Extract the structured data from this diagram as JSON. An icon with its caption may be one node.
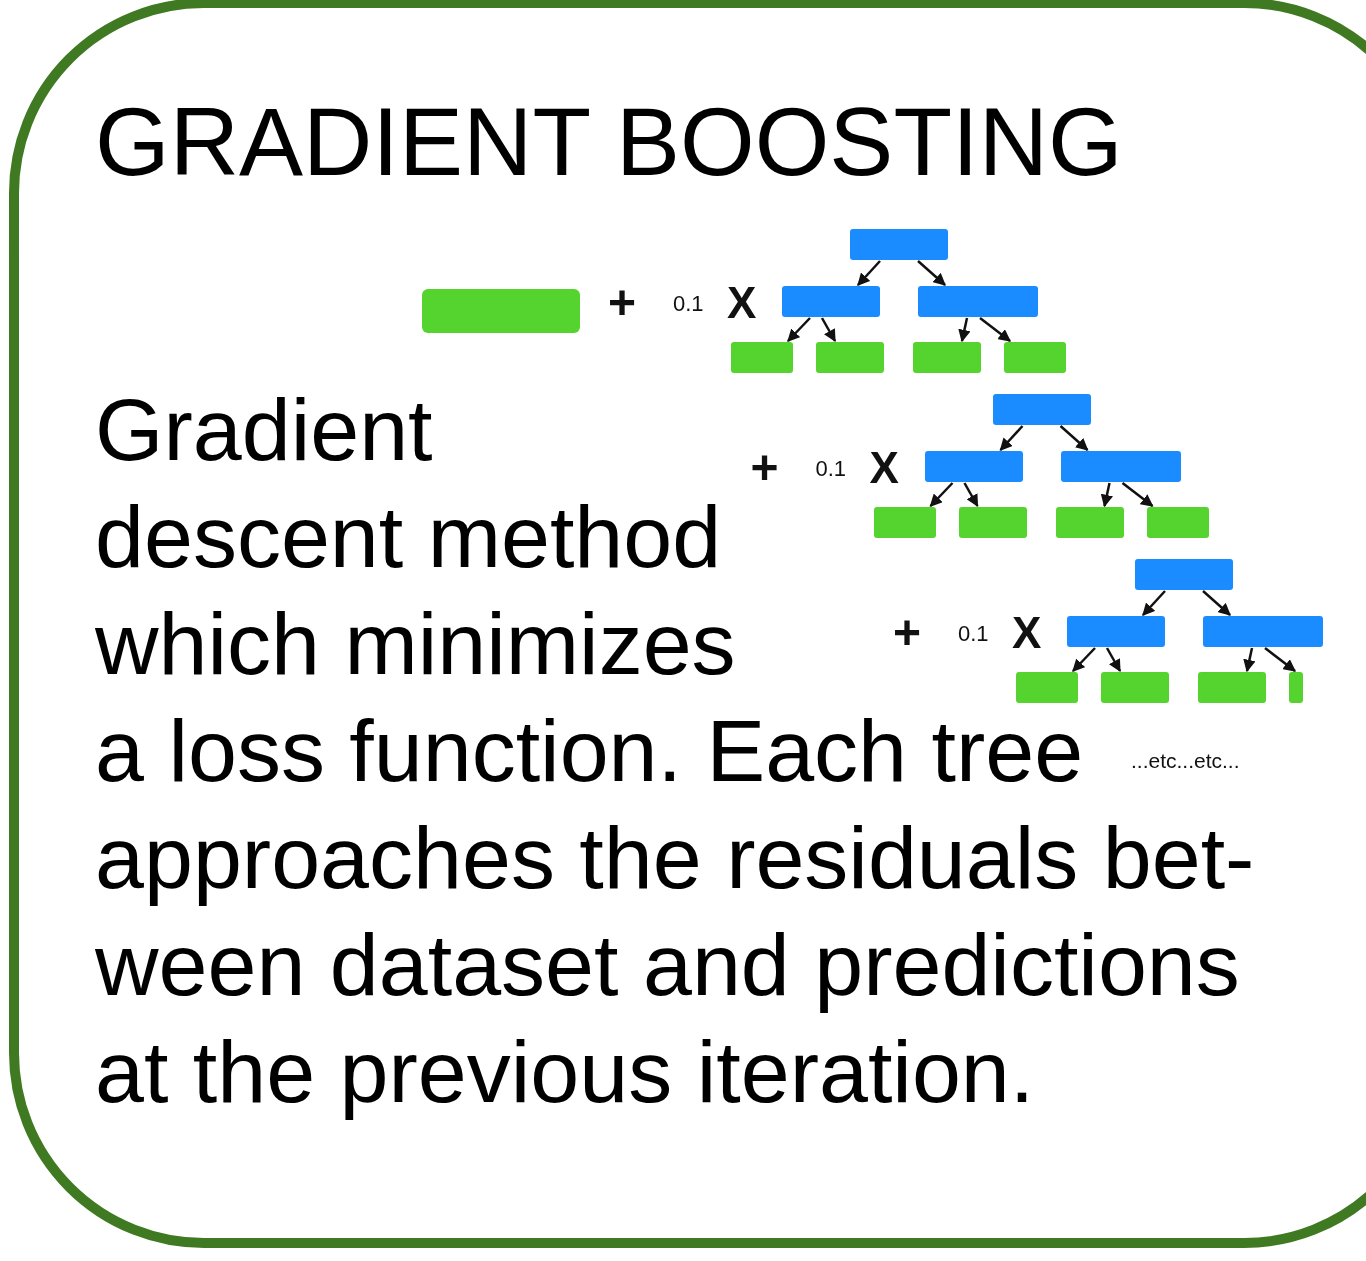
{
  "diagram": {
    "title": "GRADIENT BOOSTING",
    "nodes": [
      {
        "text": [],
        "shape": "bar"
      },
      {
        "text": [],
        "shape": "box"
      },
      {
        "text": [],
        "shape": "box"
      },
      {
        "text": [],
        "shape": "box"
      },
      {
        "text": [],
        "shape": "box"
      },
      {
        "text": [],
        "shape": "box"
      },
      {
        "text": [],
        "shape": "box"
      },
      {
        "text": [],
        "shape": "box"
      },
      {
        "text": [],
        "shape": "box"
      },
      {
        "text": [],
        "shape": "box"
      },
      {
        "text": [],
        "shape": "box"
      },
      {
        "text": [],
        "shape": "box"
      },
      {
        "text": [],
        "shape": "box"
      },
      {
        "text": [],
        "shape": "box"
      },
      {
        "text": [],
        "shape": "box"
      },
      {
        "text": [],
        "shape": "box"
      },
      {
        "text": [],
        "shape": "box"
      },
      {
        "text": [],
        "shape": "box"
      },
      {
        "text": [],
        "shape": "box"
      },
      {
        "text": [],
        "shape": "box"
      },
      {
        "text": [],
        "shape": "box"
      },
      {
        "text": [],
        "shape": "box"
      }
    ],
    "edges": [
      {
        "from": 1,
        "to": 2,
        "arrow": "to"
      },
      {
        "from": 1,
        "to": 3,
        "arrow": "to"
      },
      {
        "from": 2,
        "to": 4,
        "arrow": "to"
      },
      {
        "from": 2,
        "to": 5,
        "arrow": "to"
      },
      {
        "from": 3,
        "to": 6,
        "arrow": "to"
      },
      {
        "from": 3,
        "to": 7,
        "arrow": "to"
      },
      {
        "from": 8,
        "to": 9,
        "arrow": "to"
      },
      {
        "from": 8,
        "to": 10,
        "arrow": "to"
      },
      {
        "from": 9,
        "to": 11,
        "arrow": "to"
      },
      {
        "from": 9,
        "to": 12,
        "arrow": "to"
      },
      {
        "from": 10,
        "to": 13,
        "arrow": "to"
      },
      {
        "from": 10,
        "to": 14,
        "arrow": "to"
      },
      {
        "from": 15,
        "to": 16,
        "arrow": "to"
      },
      {
        "from": 15,
        "to": 17,
        "arrow": "to"
      },
      {
        "from": 16,
        "to": 18,
        "arrow": "to"
      },
      {
        "from": 16,
        "to": 19,
        "arrow": "to"
      },
      {
        "from": 17,
        "to": 20,
        "arrow": "to"
      },
      {
        "from": 17,
        "to": 21,
        "arrow": "to"
      }
    ],
    "labels": [
      "+",
      "0.1",
      "X",
      "+",
      "0.1",
      "X",
      "+",
      "0.1",
      "X",
      "Gradient descent method which minimizes a loss function. Each tree approaches the residuals bet- ween dataset and predictions at the previous iteration.",
      "...etc...etc..."
    ]
  }
}
